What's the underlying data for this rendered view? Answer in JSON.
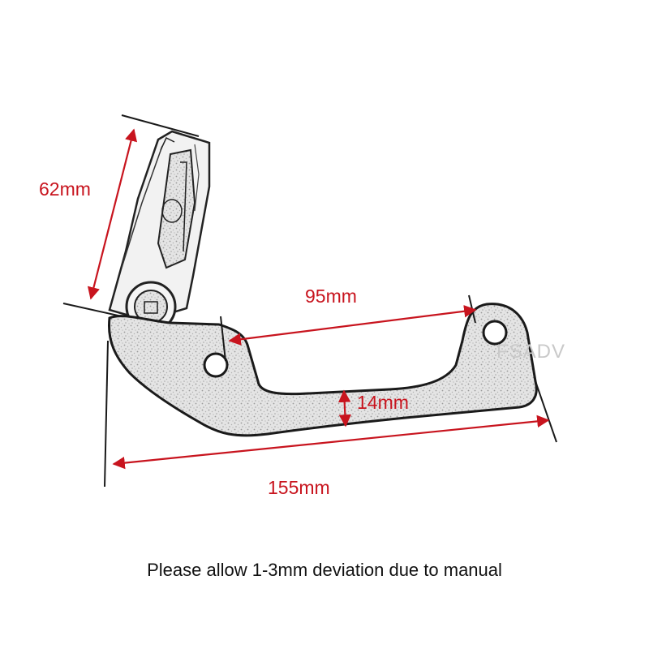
{
  "diagram": {
    "dimensions": {
      "height": "62mm",
      "hole_spacing": "95mm",
      "arm_width": "14mm",
      "total_length": "155mm"
    },
    "watermark": "FSADV",
    "caption": "Please allow 1-3mm deviation due to manual",
    "colors": {
      "dimension": "#c8141e",
      "bracket_fill": "#e2e2e2",
      "outline": "#222222",
      "caption": "#111111"
    }
  }
}
